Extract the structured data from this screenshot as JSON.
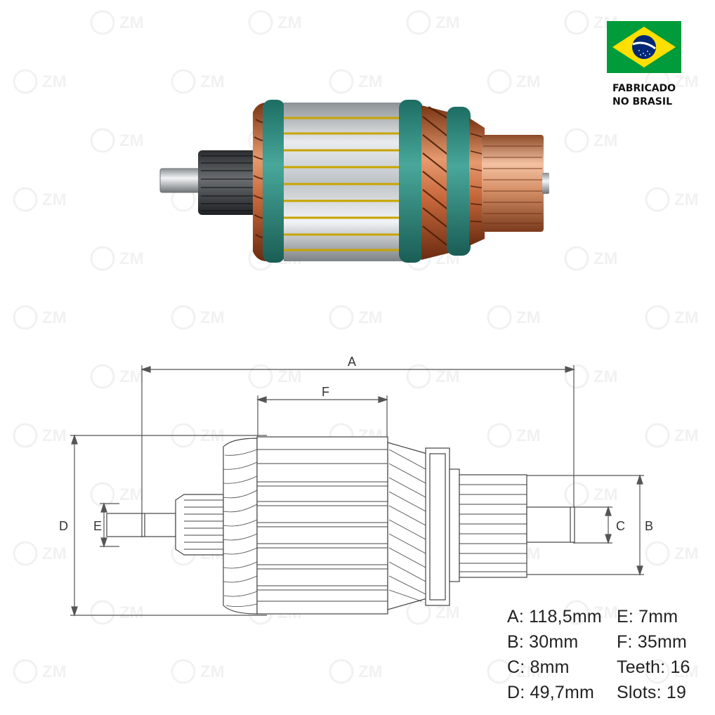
{
  "badge": {
    "flag": {
      "icon": "brazil-flag-icon",
      "colors": {
        "green": "#009B3A",
        "yellow": "#FEDF00",
        "blue": "#002776"
      }
    },
    "caption_line1": "FABRICADO",
    "caption_line2": "NO BRASIL"
  },
  "watermark": {
    "text": "ZM"
  },
  "photo": {
    "subject": "starter-armature-photo"
  },
  "drawing": {
    "labels": {
      "A": "A",
      "B": "B",
      "C": "C",
      "D": "D",
      "E": "E",
      "F": "F"
    }
  },
  "specs": {
    "left": [
      {
        "key": "A",
        "text": "A: 118,5mm"
      },
      {
        "key": "B",
        "text": "B: 30mm"
      },
      {
        "key": "C",
        "text": "C: 8mm"
      },
      {
        "key": "D",
        "text": "D: 49,7mm"
      }
    ],
    "right": [
      {
        "key": "E",
        "text": "E: 7mm"
      },
      {
        "key": "F",
        "text": "F: 35mm"
      },
      {
        "key": "teeth",
        "text": "Teeth: 16"
      },
      {
        "key": "slots",
        "text": "Slots: 19"
      }
    ]
  }
}
